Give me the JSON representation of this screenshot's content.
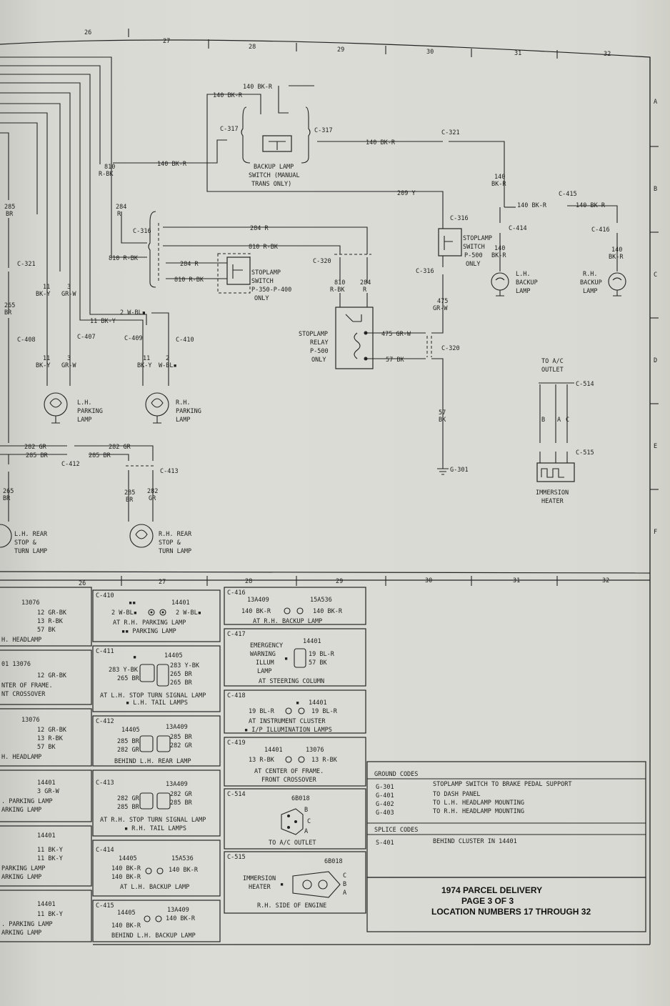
{
  "grid": {
    "top_cols": [
      "26",
      "27",
      "28",
      "29",
      "30",
      "31",
      "32"
    ],
    "bottom_cols": [
      "26",
      "27",
      "28",
      "29",
      "30",
      "31",
      "32"
    ],
    "rows": [
      "A",
      "B",
      "C",
      "D",
      "E",
      "F"
    ]
  },
  "labels": {
    "w140a": "140 BK-R",
    "w140b": "140 BK-R",
    "w140c": "140 BK-R",
    "w140d": "140 BK-R",
    "c317l": "C-317",
    "c317r": "C-317",
    "c321": "C-321",
    "backup_switch": [
      "BACKUP LAMP",
      "SWITCH (MANUAL",
      "TRANS ONLY)"
    ],
    "w209": "209 Y",
    "w810": "810",
    "w810b": "R-BK",
    "w284": "284",
    "w284r": "R",
    "w285": "285",
    "w285br": "BR",
    "c316a": "C-316",
    "w284r2": "284 R",
    "w810rbk": "810 R-BK",
    "w810rbk2": "810 R-BK",
    "w284r3": "284 R",
    "w810rbk3": "810 R-BK",
    "stop_switch_small": [
      "STOPLAMP",
      "SWITCH",
      "P-350-P-400",
      "ONLY"
    ],
    "c320a": "C-320",
    "w810c": "810",
    "w810cr": "R-BK",
    "w284c": "284",
    "w284cr": "R",
    "c316b": "C-316",
    "c316c": "C-316",
    "stop_switch_big": [
      "STOPLAMP",
      "SWITCH",
      "P-500",
      "ONLY"
    ],
    "c414": "C-414",
    "c415": "C-415",
    "c416": "C-416",
    "w140e": "140",
    "w140eb": "BK-R",
    "w140f": "140",
    "w140fb": "BK-R",
    "w140g": "140 BK-R",
    "w140h": "140 BK-R",
    "w140i": "140",
    "w140ib": "BK-R",
    "lh_backup": [
      "L.H.",
      "BACKUP",
      "LAMP"
    ],
    "rh_backup": [
      "R.H.",
      "BACKUP",
      "LAMP"
    ],
    "c321b": "C-321",
    "w11a": "11",
    "w11ab": "BK-Y",
    "w3a": "3",
    "w3ab": "GR-W",
    "w265": "265",
    "w265b": "BR",
    "w11bky": "11 BK-Y",
    "w2wbl": "2 W-BL▪",
    "w475": "475",
    "w475b": "GR-W",
    "relay": [
      "STOPLAMP",
      "RELAY",
      "P-500",
      "ONLY"
    ],
    "w475gr": "475 GR-W",
    "w57bk": "57 BK",
    "c320b": "C-320",
    "c408": "C-408",
    "c407": "C-407",
    "c409": "C-409",
    "c410": "C-410",
    "w11c": "11",
    "w11cb": "BK-Y",
    "w3c": "3",
    "w3cb": "GR-W",
    "w11d": "11",
    "w11db": "BK-Y",
    "w2d": "2",
    "w2db": "W-BL▪",
    "lh_park": [
      "L.H.",
      "PARKING",
      "LAMP"
    ],
    "rh_park": [
      "R.H.",
      "PARKING",
      "LAMP"
    ],
    "ac_outlet": [
      "TO A/C",
      "OUTLET"
    ],
    "c514": "C-514",
    "c515": "C-515",
    "w57": "57",
    "w57b": "BK",
    "g301": "G-301",
    "b": "B",
    "a": "A",
    "c": "C",
    "immersion": [
      "IMMERSION",
      "HEATER"
    ],
    "w282gr": "282 GR",
    "w285br2": "285 BR",
    "w282gr2": "282 GR",
    "w285br3": "285 BR",
    "c412": "C-412",
    "c413": "C-413",
    "w265c": "265",
    "w265cb": "BR",
    "w285d": "285",
    "w285db": "BR",
    "w282d": "282",
    "w282db": "GR",
    "lh_rear": [
      "L.H. REAR",
      "STOP &",
      "TURN LAMP"
    ],
    "rh_rear": [
      "R.H. REAR",
      "STOP &",
      "TURN LAMP"
    ]
  },
  "connectors": {
    "lc1": {
      "num": "13076",
      "lines": [
        "12 GR-BK",
        "13 R-BK",
        "57 BK"
      ],
      "note": "H. HEADLAMP"
    },
    "lc2": {
      "num": "01   13076",
      "lines": [
        "12 GR-BK"
      ],
      "note": [
        "NTER OF FRAME.",
        "NT CROSSOVER"
      ]
    },
    "lc3": {
      "num": "13076",
      "lines": [
        "12 GR-BK",
        "13 R-BK",
        "57 BK"
      ],
      "note": "H. HEADLAMP"
    },
    "lc4": {
      "num": "14401",
      "lines": [
        "3 GR-W"
      ],
      "note": [
        ". PARKING LAMP",
        "ARKING LAMP"
      ]
    },
    "lc5": {
      "num": "14401",
      "lines": [
        "11 BK-Y",
        "11 BK-Y"
      ],
      "note": [
        "PARKING LAMP",
        "ARKING LAMP"
      ]
    },
    "lc6": {
      "num": "14401",
      "lines": [
        "11 BK-Y"
      ],
      "note": [
        ". PARKING LAMP",
        "ARKING LAMP"
      ]
    },
    "c410": {
      "id": "C-410",
      "num_l": "▪▪",
      "num_r": "14401",
      "line": "2 W-BL▪",
      "line_r": "2 W-BL▪",
      "note": [
        "AT R.H. PARKING LAMP",
        "▪▪ PARKING LAMP"
      ]
    },
    "c411": {
      "id": "C-411",
      "mark": "▪",
      "num_r": "14405",
      "left": [
        "283 Y-BK",
        "265 BR"
      ],
      "right": [
        "283 Y-BK",
        "265 BR",
        "265 BR"
      ],
      "note": [
        "AT L.H. STOP  TURN SIGNAL LAMP",
        "▪ L.H. TAIL LAMPS"
      ]
    },
    "c412": {
      "id": "C-412",
      "num_l": "14405",
      "num_r": "13A409",
      "left": [
        "285 BR",
        "282 GR"
      ],
      "right": [
        "285 BR",
        "282 GR"
      ],
      "note": [
        "BEHIND L.H. REAR LAMP"
      ]
    },
    "c413": {
      "id": "C-413",
      "num_r": "13A409",
      "left": [
        "282 GR",
        "285 BR"
      ],
      "right": [
        "282 GR",
        "285 BR"
      ],
      "note": [
        "AT R.H. STOP  TURN SIGNAL LAMP",
        "▪ R.H. TAIL LAMPS"
      ]
    },
    "c414": {
      "id": "C-414",
      "num_l": "14405",
      "num_r": "15A536",
      "left": [
        "140 BK-R",
        "140 BK-R"
      ],
      "right": [
        "140 BK-R"
      ],
      "note": [
        "AT L.H. BACKUP LAMP"
      ]
    },
    "c415": {
      "id": "C-415",
      "num_l": "14405",
      "num_r": "13A409",
      "left": [
        "140 BK-R"
      ],
      "right": [
        "140 BK-R"
      ],
      "note": [
        "BEHIND L.H. BACKUP LAMP"
      ]
    },
    "c416": {
      "id": "C-416",
      "num_l": "13A409",
      "num_r": "15A536",
      "left": [
        "140 BK-R"
      ],
      "right": [
        "140 BK-R"
      ],
      "note": [
        "AT R.H. BACKUP LAMP"
      ]
    },
    "c417": {
      "id": "C-417",
      "num_r": "14401",
      "left": [
        "EMERGENCY",
        "WARNING",
        "ILLUM",
        "LAMP"
      ],
      "mark": "▪",
      "right": [
        "19 BL-R",
        "57 BK"
      ],
      "note": [
        "AT STEERING COLUMN"
      ]
    },
    "c418": {
      "id": "C-418",
      "num_r": "14401",
      "mark": "▪",
      "left": [
        "19 BL-R"
      ],
      "right": [
        "19 BL-R"
      ],
      "note": [
        "AT INSTRUMENT CLUSTER",
        "▪ I/P ILLUMINATION LAMPS"
      ]
    },
    "c419": {
      "id": "C-419",
      "num_l": "14401",
      "num_r": "13076",
      "left": [
        "13 R-BK"
      ],
      "right": [
        "13 R-BK"
      ],
      "note": [
        "AT CENTER OF FRAME.",
        "FRONT CROSSOVER"
      ]
    },
    "c514": {
      "id": "C-514",
      "num_r": "6B018",
      "pins": [
        "B",
        "C",
        "A"
      ],
      "note": [
        "TO A/C OUTLET"
      ]
    },
    "c515": {
      "id": "C-515",
      "num_r": "6B018",
      "left": [
        "IMMERSION",
        "HEATER"
      ],
      "mark": "▪",
      "pins": [
        "C",
        "B",
        "A"
      ],
      "note": [
        "R.H. SIDE OF ENGINE"
      ]
    }
  },
  "codes": {
    "ground_title": "GROUND CODES",
    "ground": [
      {
        "code": "G-301",
        "desc": "STOPLAMP SWITCH TO BRAKE PEDAL SUPPORT"
      },
      {
        "code": "G-401",
        "desc": "TO DASH PANEL"
      },
      {
        "code": "G-402",
        "desc": "TO L.H. HEADLAMP MOUNTING"
      },
      {
        "code": "G-403",
        "desc": "TO R.H. HEADLAMP MOUNTING"
      }
    ],
    "splice_title": "SPLICE CODES",
    "splice": [
      {
        "code": "S-401",
        "desc": "BEHIND CLUSTER IN 14401"
      }
    ]
  },
  "title_block": {
    "line1": "1974 PARCEL DELIVERY",
    "line2": "PAGE 3 OF 3",
    "line3": "LOCATION NUMBERS 17 THROUGH 32"
  }
}
